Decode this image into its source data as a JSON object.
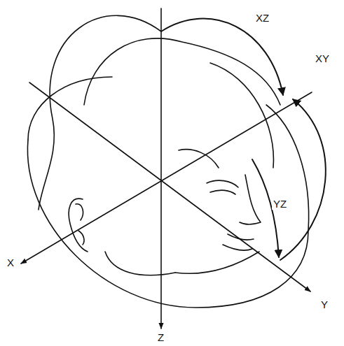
{
  "diagram": {
    "labels": [
      "XZ",
      "XY",
      "YZ",
      "X",
      "Y",
      "Z"
    ]
  }
}
